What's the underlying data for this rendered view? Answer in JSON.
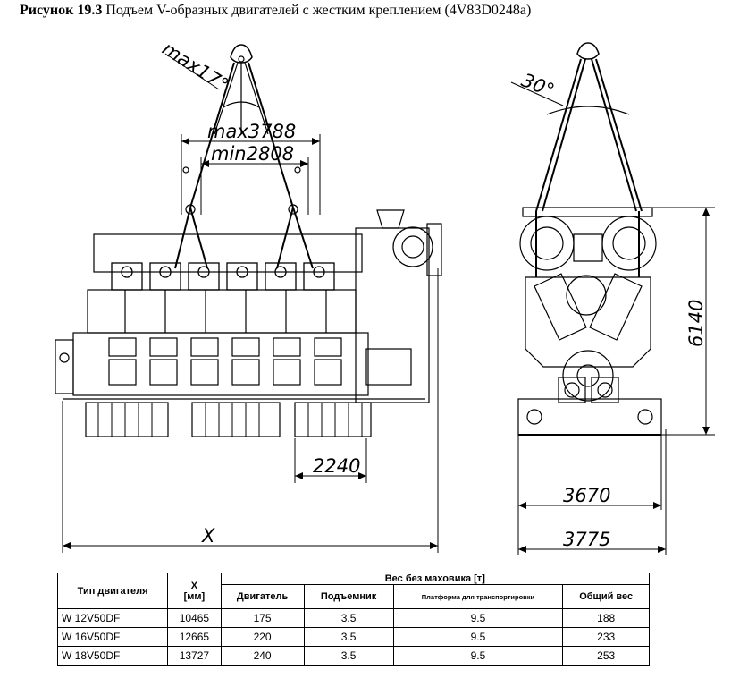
{
  "caption": {
    "label": "Рисунок 19.3",
    "text": "Подъем V-образных двигателей с жестким креплением (4V83D0248a)"
  },
  "dimensions": {
    "max_angle": "max17°",
    "max_width": "max3788",
    "min_width": "min2808",
    "offset": "2240",
    "length": "X",
    "angle": "30°",
    "height": "6140",
    "width_inner": "3670",
    "width_outer": "3775"
  },
  "table": {
    "headers": {
      "engine_type": "Тип двигателя",
      "x": "X",
      "x_unit": "[мм]",
      "weight_group": "Вес без маховика [т]",
      "engine": "Двигатель",
      "lifter": "Подъемник",
      "platform": "Платформа для транспортировки",
      "total": "Общий вес"
    },
    "rows": [
      {
        "type": "W 12V50DF",
        "x": "10465",
        "engine": "175",
        "lifter": "3.5",
        "platform": "9.5",
        "total": "188"
      },
      {
        "type": "W 16V50DF",
        "x": "12665",
        "engine": "220",
        "lifter": "3.5",
        "platform": "9.5",
        "total": "233"
      },
      {
        "type": "W 18V50DF",
        "x": "13727",
        "engine": "240",
        "lifter": "3.5",
        "platform": "9.5",
        "total": "253"
      }
    ]
  }
}
